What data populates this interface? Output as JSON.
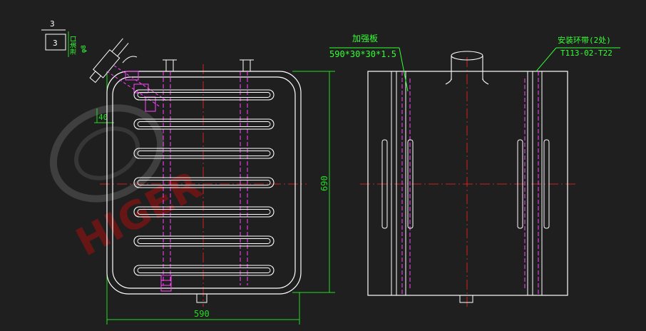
{
  "watermark": {
    "text": "HIGER"
  },
  "colors": {
    "background": "#1f1f1f",
    "outline": "#ffffff",
    "dimension": "#22dd22",
    "centerline": "#ff2222",
    "hidden": "#ff44ff",
    "annotation": "#33ff33",
    "watermark": "#7a1414"
  },
  "left_view": {
    "detail_box_top": "3",
    "detail_box_value": "3",
    "fitting_label_1": "泄油口",
    "fitting_label_2": "φ8",
    "dim_offset": "40",
    "dim_width": "590",
    "dim_height": "690",
    "coil_turns": 7
  },
  "right_view": {
    "reinforcement_label": "加强板",
    "reinforcement_spec": "590*30*30*1.5",
    "strap_label": "安装环带(2处)",
    "strap_part_no": "T113-02-T22"
  }
}
